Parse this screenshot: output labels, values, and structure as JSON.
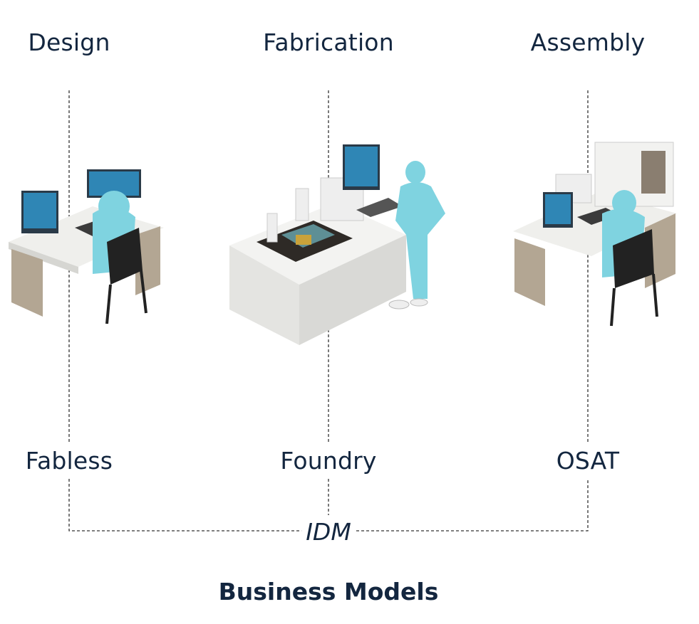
{
  "stages": [
    "Design",
    "Fabrication",
    "Assembly"
  ],
  "business_models": [
    "Fabless",
    "Foundry",
    "OSAT"
  ],
  "combined_model": "IDM",
  "title": "Business Models",
  "colors": {
    "text": "#13263f",
    "figure": "#7fd3e0",
    "desk": "#e9e9e6",
    "cabinet": "#b3a693",
    "screen": "#2f86b5"
  }
}
